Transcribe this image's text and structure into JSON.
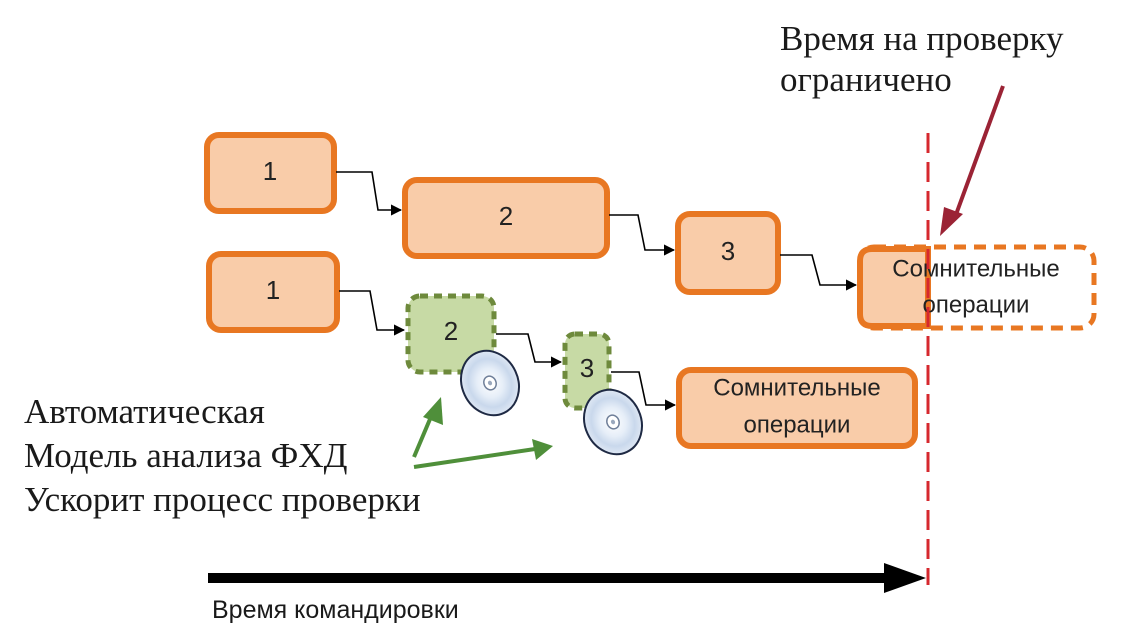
{
  "colors": {
    "box_fill": "#f9cca9",
    "box_stroke": "#e87722",
    "auto_fill": "#c7daa5",
    "auto_stroke": "#6e8a3c",
    "deadline": "#d6282e",
    "note_arrow_red": "#9b2335",
    "note_arrow_green": "#4f8f3a",
    "timeline": "#000000"
  },
  "rows": [
    {
      "name": "manual-process",
      "steps": [
        {
          "label": "1",
          "style": "normal"
        },
        {
          "label": "2",
          "style": "normal"
        },
        {
          "label": "3",
          "style": "normal"
        }
      ],
      "result": {
        "label_line1": "Сомнительные",
        "label_line2": "операции",
        "style": "truncated"
      }
    },
    {
      "name": "automated-process",
      "steps": [
        {
          "label": "1",
          "style": "normal"
        },
        {
          "label": "2",
          "style": "automated",
          "icon": "disc-icon"
        },
        {
          "label": "3",
          "style": "automated",
          "icon": "disc-icon"
        }
      ],
      "result": {
        "label_line1": "Сомнительные",
        "label_line2": "операции",
        "style": "normal"
      }
    }
  ],
  "notes": {
    "deadline_line1": "Время на проверку",
    "deadline_line2": "ограничено",
    "automation_line1": "Автоматическая",
    "automation_line2": "Модель анализа ФХД",
    "automation_line3": "Ускорит процесс проверки"
  },
  "timeline": {
    "label": "Время командировки"
  }
}
